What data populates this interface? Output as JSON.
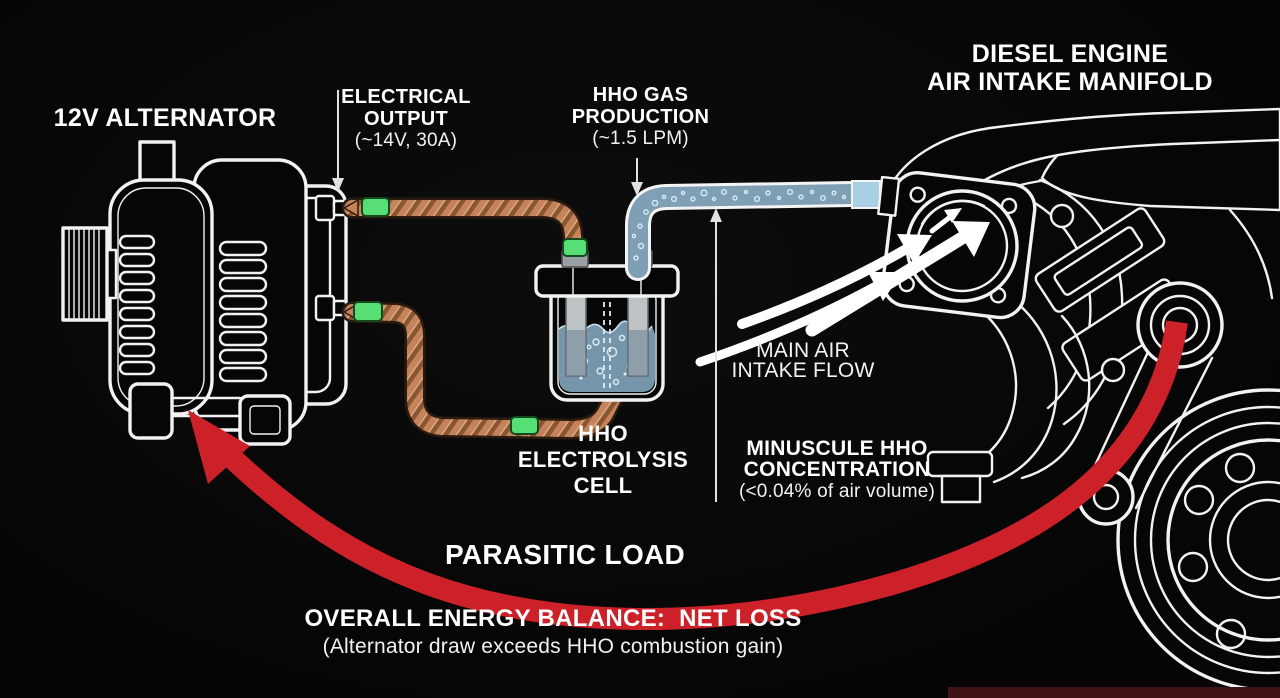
{
  "labels": {
    "alternator": "12V ALTERNATOR",
    "electrical_output": {
      "line1": "ELECTRICAL",
      "line2": "OUTPUT",
      "value": "(~14V, 30A)"
    },
    "hho_gas": {
      "line1": "HHO GAS",
      "line2": "PRODUCTION",
      "value": "(~1.5 LPM)"
    },
    "engine": {
      "line1": "DIESEL ENGINE",
      "line2": "AIR INTAKE MANIFOLD"
    },
    "main_air": {
      "line1": "MAIN AIR",
      "line2": "INTAKE FLOW"
    },
    "hho_concentration": {
      "line1": "MINUSCULE HHO",
      "line2": "CONCENTRATION",
      "value": "(<0.04% of air volume)"
    },
    "cell": {
      "line1": "HHO",
      "line2": "ELECTROLYSIS",
      "line3": "CELL"
    },
    "parasitic": "PARASITIC LOAD",
    "energy_balance": {
      "title": "OVERALL ENERGY BALANCE:  NET LOSS",
      "subtitle": "(Alternator draw exceeds HHO combustion gain)"
    }
  },
  "colors": {
    "background": "#070707",
    "line_art": "#f2f2f2",
    "copper": "#c4835a",
    "copper_dark": "#8a5632",
    "connector_green": "#57df75",
    "tube_fill": "#7e9fb4",
    "coupler_blue": "#a9cfe3",
    "electrolyte": "#7596aa",
    "arrow_red": "#cd2129"
  }
}
